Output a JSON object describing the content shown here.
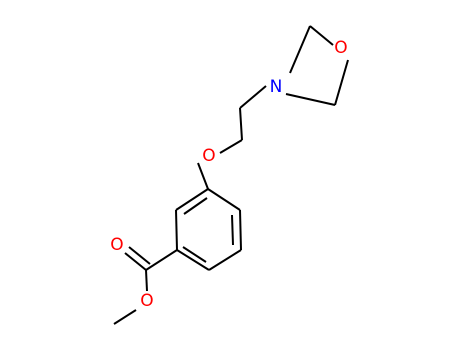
{
  "molecule": {
    "atoms": {
      "O_ring": {
        "label": "O",
        "color": "#ff0000"
      },
      "N_ring": {
        "label": "N",
        "color": "#0000ff"
      },
      "O_ether": {
        "label": "O",
        "color": "#ff0000"
      },
      "O_carbonyl": {
        "label": "O",
        "color": "#ff0000"
      },
      "O_ester": {
        "label": "O",
        "color": "#ff0000"
      }
    },
    "colors": {
      "bond": "#000000",
      "oxygen": "#ff0000",
      "nitrogen": "#0000ff"
    }
  }
}
